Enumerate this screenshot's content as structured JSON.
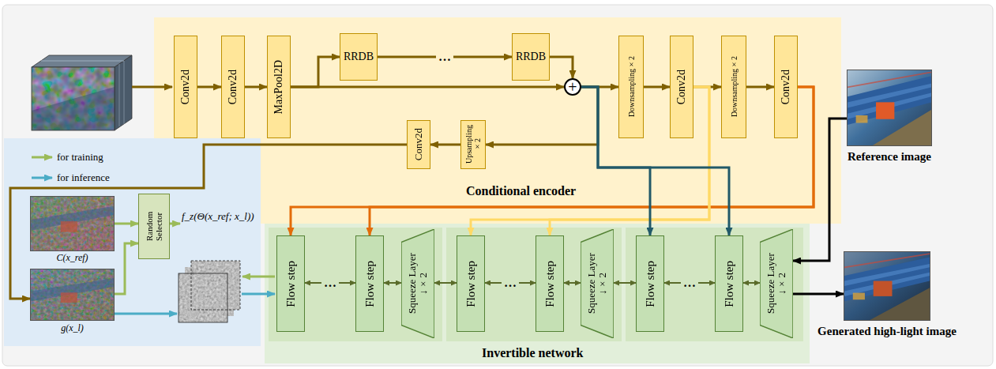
{
  "diagram": {
    "nodes": [
      {
        "text": [
          "Conditional encoder"
        ]
      },
      {
        "text": [
          "Conv2d"
        ],
        "in": 0
      },
      {
        "text": [
          "Conv2d"
        ],
        "in": 0
      },
      {
        "text": [
          "MaxPool2D"
        ],
        "in": 0
      },
      {
        "text": [
          "RRDB"
        ],
        "in": 0
      },
      {
        "text": [
          "RRDB"
        ],
        "in": 0
      },
      {
        "text": [
          "+"
        ],
        "in": 0
      },
      {
        "text": [
          "Downsampling×2"
        ],
        "in": 0
      },
      {
        "text": [
          "Conv2d"
        ],
        "in": 0
      },
      {
        "text": [
          "Downsampling×2"
        ],
        "in": 0
      },
      {
        "text": [
          "Conv2d"
        ],
        "in": 0
      },
      {
        "text": [
          "Upsampling ×2"
        ],
        "in": 0
      },
      {
        "text": [
          "Conv2d"
        ],
        "in": 0
      },
      {
        "text": [
          "Reference image"
        ]
      },
      {
        "text": [
          "Random Selector"
        ]
      },
      {
        "text": [
          "C(x_ref)"
        ]
      },
      {
        "text": [
          "g(x_l)"
        ]
      },
      {
        "text": [
          "Invertible network"
        ]
      },
      {
        "text": [
          "Flow step"
        ],
        "in": 17
      },
      {
        "text": [
          "Flow step"
        ],
        "in": 17
      },
      {
        "text": [
          "Squeeze Layer ↓×2"
        ],
        "in": 17
      },
      {
        "text": [
          "Flow step"
        ],
        "in": 17
      },
      {
        "text": [
          "Flow step"
        ],
        "in": 17
      },
      {
        "text": [
          "Squeeze Layer ↓×2"
        ],
        "in": 17
      },
      {
        "text": [
          "Flow step"
        ],
        "in": 17
      },
      {
        "text": [
          "Flow step"
        ],
        "in": 17
      },
      {
        "text": [
          "Squeeze Layer ↓×2"
        ],
        "in": 17
      },
      {
        "text": [
          "Generated high-light image"
        ]
      }
    ],
    "edges": [
      {
        "from": 1,
        "to": 2,
        "arrow": "to"
      },
      {
        "from": 2,
        "to": 3,
        "arrow": "to"
      },
      {
        "from": 3,
        "to": 4,
        "arrow": "to"
      },
      {
        "from": 4,
        "to": 5,
        "arrow": "to",
        "label": "…"
      },
      {
        "from": 3,
        "to": 6,
        "arrow": "to"
      },
      {
        "from": 5,
        "to": 6,
        "arrow": "to"
      },
      {
        "from": 6,
        "to": 7,
        "arrow": "to"
      },
      {
        "from": 7,
        "to": 8,
        "arrow": "to"
      },
      {
        "from": 8,
        "to": 9,
        "arrow": "to"
      },
      {
        "from": 9,
        "to": 10,
        "arrow": "to"
      },
      {
        "from": 6,
        "to": 11,
        "arrow": "to"
      },
      {
        "from": 11,
        "to": 12,
        "arrow": "to"
      },
      {
        "from": 12,
        "to": 16,
        "arrow": "to"
      },
      {
        "from": 10,
        "to": 18,
        "arrow": "to"
      },
      {
        "from": 10,
        "to": 19,
        "arrow": "to"
      },
      {
        "from": 8,
        "to": 21,
        "arrow": "to"
      },
      {
        "from": 8,
        "to": 22,
        "arrow": "to"
      },
      {
        "from": 6,
        "to": 24,
        "arrow": "to"
      },
      {
        "from": 6,
        "to": 25,
        "arrow": "to"
      },
      {
        "from": 15,
        "to": 14,
        "arrow": "to"
      },
      {
        "from": 16,
        "to": 14,
        "arrow": "to"
      },
      {
        "from": 18,
        "to": 19,
        "arrow": "both",
        "label": "…"
      },
      {
        "from": 19,
        "to": 20,
        "arrow": "both"
      },
      {
        "from": 20,
        "to": 21,
        "arrow": "both"
      },
      {
        "from": 21,
        "to": 22,
        "arrow": "both",
        "label": "…"
      },
      {
        "from": 22,
        "to": 23,
        "arrow": "both"
      },
      {
        "from": 23,
        "to": 24,
        "arrow": "both"
      },
      {
        "from": 24,
        "to": 25,
        "arrow": "both",
        "label": "…"
      },
      {
        "from": 25,
        "to": 26,
        "arrow": "both"
      },
      {
        "from": 13,
        "to": 26,
        "arrow": "to"
      },
      {
        "from": 26,
        "to": 27,
        "arrow": "to"
      }
    ],
    "labels": [
      "f_z(Θ(x_ref; x_l))"
    ],
    "legend": [
      {
        "text": "for training"
      },
      {
        "text": "for inference"
      }
    ]
  }
}
